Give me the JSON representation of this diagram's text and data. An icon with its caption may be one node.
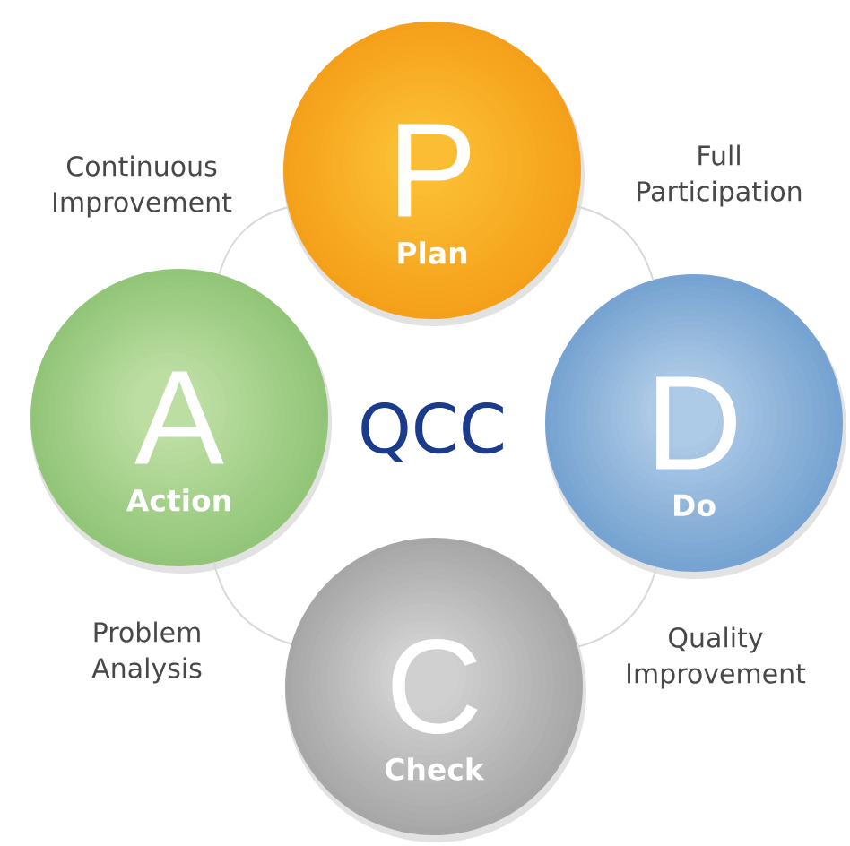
{
  "diagram": {
    "nodes": [
      {
        "text": [
          "P",
          "Plan"
        ]
      },
      {
        "text": [
          "A",
          "Action"
        ]
      },
      {
        "text": [
          "D",
          "Do"
        ]
      },
      {
        "text": [
          "C",
          "Check"
        ]
      }
    ],
    "edges": [
      {
        "from": 0,
        "to": 2,
        "arrow": "none",
        "label": "Full Participation"
      },
      {
        "from": 2,
        "to": 3,
        "arrow": "none",
        "label": "Quality Improvement"
      },
      {
        "from": 3,
        "to": 1,
        "arrow": "none",
        "label": "Problem Analysis"
      },
      {
        "from": 1,
        "to": 0,
        "arrow": "none",
        "label": "Continuous Improvement"
      }
    ],
    "labels": [
      "QCC"
    ]
  }
}
